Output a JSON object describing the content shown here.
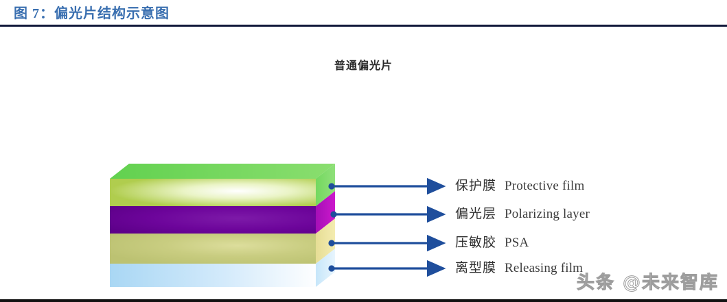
{
  "header": {
    "title": "图 7：偏光片结构示意图",
    "title_color": "#3a6fb0",
    "rule_color": "#10183a"
  },
  "chart_data": {
    "type": "diagram",
    "title": "普通偏光片",
    "subtitle": "",
    "diagram_kind": "layered-stack-3d",
    "orientation": "top-to-bottom",
    "layers": [
      {
        "index": 1,
        "cn": "保护膜",
        "en": "Protective film",
        "front_color": "#b4cf52",
        "front_highlight": "#f7fbe8",
        "top_color": "#6ed658",
        "side_color": "#7fdc6a",
        "thickness_px": 40
      },
      {
        "index": 2,
        "cn": "偏光层",
        "en": "Polarizing layer",
        "front_color": "#660099",
        "front_highlight": "#6a0d91",
        "top_color": "#7a13a8",
        "side_color": "#c413c4",
        "thickness_px": 40
      },
      {
        "index": 3,
        "cn": "压敏胶",
        "en": "PSA",
        "front_color": "#c2c878",
        "front_highlight": "#d6d98f",
        "top_color": "#cccf84",
        "side_color": "#f0e6a0",
        "thickness_px": 44
      },
      {
        "index": 4,
        "cn": "离型膜",
        "en": "Releasing film",
        "front_color": "#aed9f4",
        "front_highlight": "#f4fbff",
        "top_color": "#bfe2f7",
        "side_color": "#cfe9fa",
        "thickness_px": 34
      }
    ],
    "connector": {
      "line_color": "#1f4e9c",
      "dot_color": "#1f4e9c",
      "arrow_color": "#1f4e9c",
      "style": "dot-line-arrow"
    },
    "legend_position": "right",
    "grid": false
  },
  "callouts": [
    {
      "cn": "保护膜",
      "en": "Protective film"
    },
    {
      "cn": "偏光层",
      "en": "Polarizing layer"
    },
    {
      "cn": "压敏胶",
      "en": "PSA"
    },
    {
      "cn": "离型膜",
      "en": "Releasing film"
    }
  ],
  "watermark": {
    "text": "头条 @未来智库"
  }
}
